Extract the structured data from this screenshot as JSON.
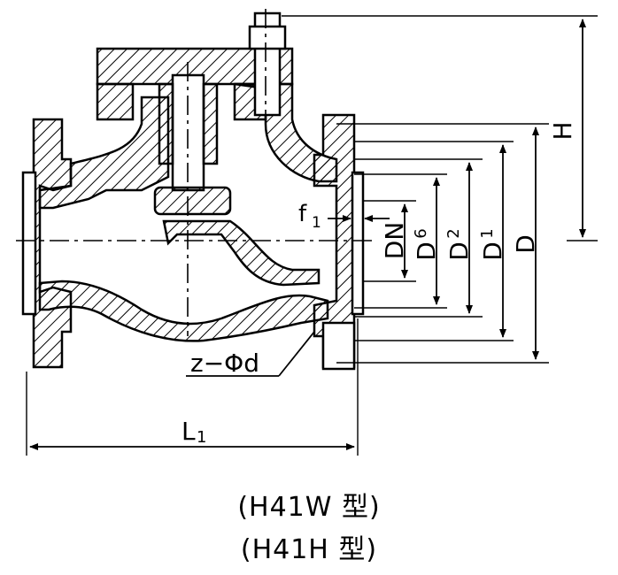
{
  "labels": {
    "H": "H",
    "f1": "f",
    "f1_sub": "1",
    "DN": "DN",
    "D6": "D",
    "D6_sub": "6",
    "D2": "D",
    "D2_sub": "2",
    "D1": "D",
    "D1_sub": "1",
    "D": "D",
    "z_phi_d": "z−Φd",
    "L1": "L",
    "L1_sub": "1"
  },
  "captions": [
    "(H41W 型)",
    "(H41H  型)"
  ]
}
